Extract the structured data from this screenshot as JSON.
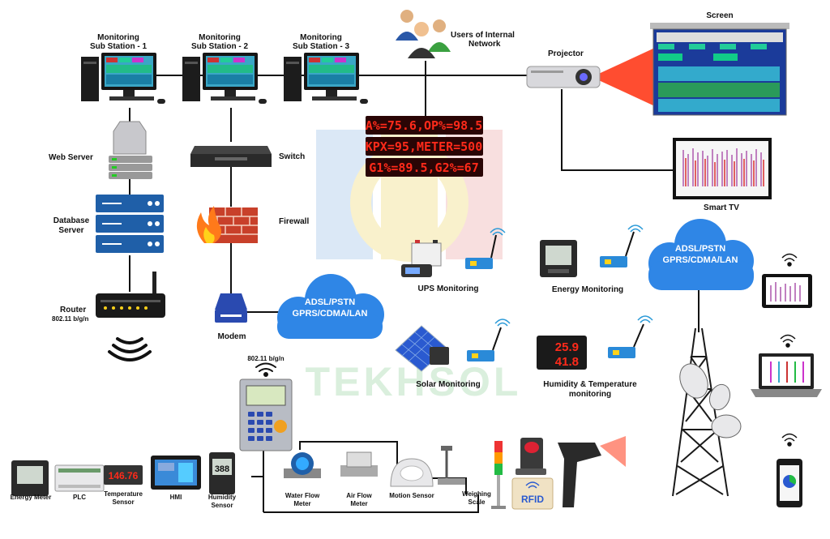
{
  "watermark": "TEKHSOL",
  "labels": {
    "sub1_l1": "Monitoring",
    "sub1_l2": "Sub Station - 1",
    "sub2_l1": "Monitoring",
    "sub2_l2": "Sub Station - 2",
    "sub3_l1": "Monitoring",
    "sub3_l2": "Sub Station - 3",
    "users_l1": "Users of Internal",
    "users_l2": "Network",
    "projector": "Projector",
    "screen": "Screen",
    "smart_tv": "Smart TV",
    "web_server": "Web Server",
    "database_l1": "Database",
    "database_l2": "Server",
    "router": "Router",
    "router_sub": "802.11 b/g/n",
    "switch": "Switch",
    "firewall": "Firewall",
    "modem": "Modem",
    "cloud1_l1": "ADSL/PSTN",
    "cloud1_l2": "GPRS/CDMA/LAN",
    "cloud2_l1": "ADSL/PSTN",
    "cloud2_l2": "GPRS/CDMA/LAN",
    "ups": "UPS Monitoring",
    "energy_monitoring": "Energy Monitoring",
    "solar": "Solar Monitoring",
    "humtemp_l1": "Humidity & Temperature",
    "humtemp_l2": "monitoring",
    "logger_wifi": "802.11 b/g/n",
    "energy_meter": "Energy Meter",
    "plc": "PLC",
    "temp_l1": "Temperature",
    "temp_l2": "Sensor",
    "hmi": "HMI",
    "hum_l1": "Humidity",
    "hum_l2": "Sensor",
    "water_l1": "Water Flow",
    "water_l2": "Meter",
    "air_l1": "Air Flow",
    "air_l2": "Meter",
    "motion": "Motion Sensor",
    "weigh_l1": "Weighing",
    "weigh_l2": "Scale",
    "rfid": "RFID"
  },
  "led_display": {
    "line1": "A%=75.6,OP%=98.5",
    "line2": "KPX=95,METER=500",
    "line3": "G1%=89.5,G2%=67"
  },
  "device_displays": {
    "temperature_value": "146.76",
    "humidity_value": "388",
    "humtemp_top": "25.9",
    "humtemp_bottom": "41.8"
  },
  "colors": {
    "cloud": "#2f86e6",
    "led_bg": "#2a0505",
    "led_text": "#ff2a1a",
    "line": "#111111",
    "projector_beam": "#ff3a1a",
    "screen_bg": "#1b3b9a"
  }
}
